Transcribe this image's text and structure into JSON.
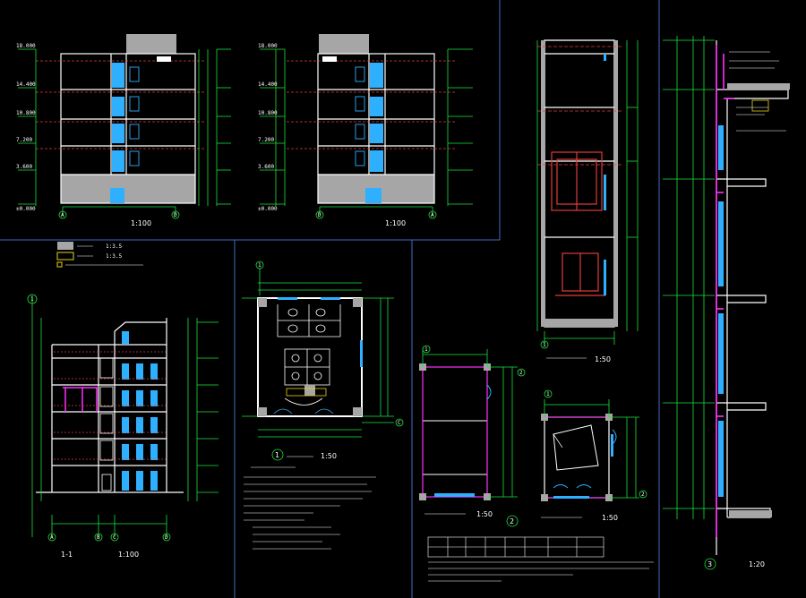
{
  "colors": {
    "background": "#000000",
    "frame": "#3d6fc2",
    "wall": "#ffffff",
    "dimension": "#19e43a",
    "section": "#e03c3c",
    "glass": "#2fb0ff",
    "magenta": "#ff30ff",
    "fill": "#a6a6a6"
  },
  "sheet": {
    "views": {
      "elevation_a_scale": "1:100",
      "elevation_b_scale": "1:100",
      "section_scale": "1:100",
      "toilet_plan_scale": "1:50",
      "elevator_section_scale": "1:50",
      "elevator_plan_scale": "1:50",
      "machine_room_scale": "1:50",
      "wall_detail_scale": "1:20"
    },
    "view_numbers": {
      "toilet_plan": "1",
      "elevator_pit": "2",
      "wall_detail": "3"
    },
    "axis_labels": {
      "elev_a_left": "A",
      "elev_a_right": "D",
      "elev_b_left": "D",
      "elev_b_right": "A",
      "section_1": "A",
      "section_2": "B",
      "section_3": "C",
      "section_4": "D",
      "toilet_top": "1",
      "toilet_right": "C",
      "pit_left": "1",
      "pit_right": "2",
      "machine_left": "1",
      "machine_right": "2",
      "elevator_bottom": "1",
      "section_top": "1"
    },
    "section_mark": "1-1",
    "legend": {
      "item1_scale": "1:3.5",
      "item2_scale": "1:3.5"
    },
    "elevation_marks": {
      "e0": "±0.000",
      "e1": "3.600",
      "e2": "7.200",
      "e3": "10.800",
      "e4": "14.400",
      "e5": "18.000"
    }
  }
}
